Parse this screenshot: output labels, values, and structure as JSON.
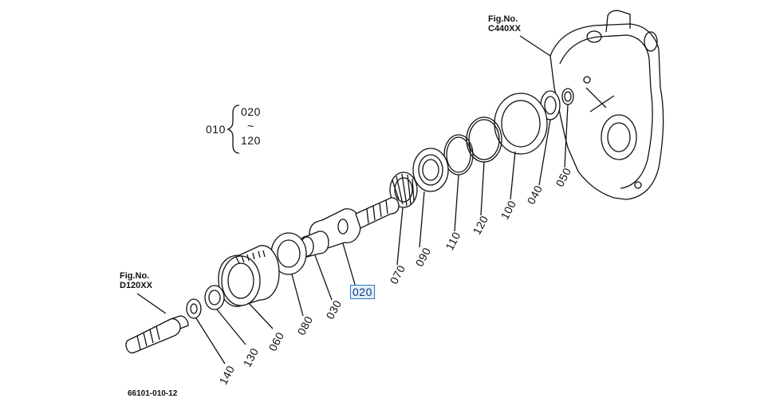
{
  "drawing_number": "66101-010-12",
  "fig_refs": {
    "upper": {
      "line1": "Fig.No.",
      "line2": "C440XX"
    },
    "lower": {
      "line1": "Fig.No.",
      "line2": "D120XX"
    }
  },
  "assembly": {
    "code": "010",
    "from": "020",
    "tilde": "~",
    "to": "120"
  },
  "callouts": {
    "c020": "020",
    "c030": "030",
    "c040": "040",
    "c050": "050",
    "c060": "060",
    "c070": "070",
    "c080": "080",
    "c090": "090",
    "c100": "100",
    "c110": "110",
    "c120": "120",
    "c130": "130",
    "c140": "140"
  },
  "selected_part": "020",
  "colors": {
    "line": "#111111",
    "highlight": "#2b74c7"
  }
}
